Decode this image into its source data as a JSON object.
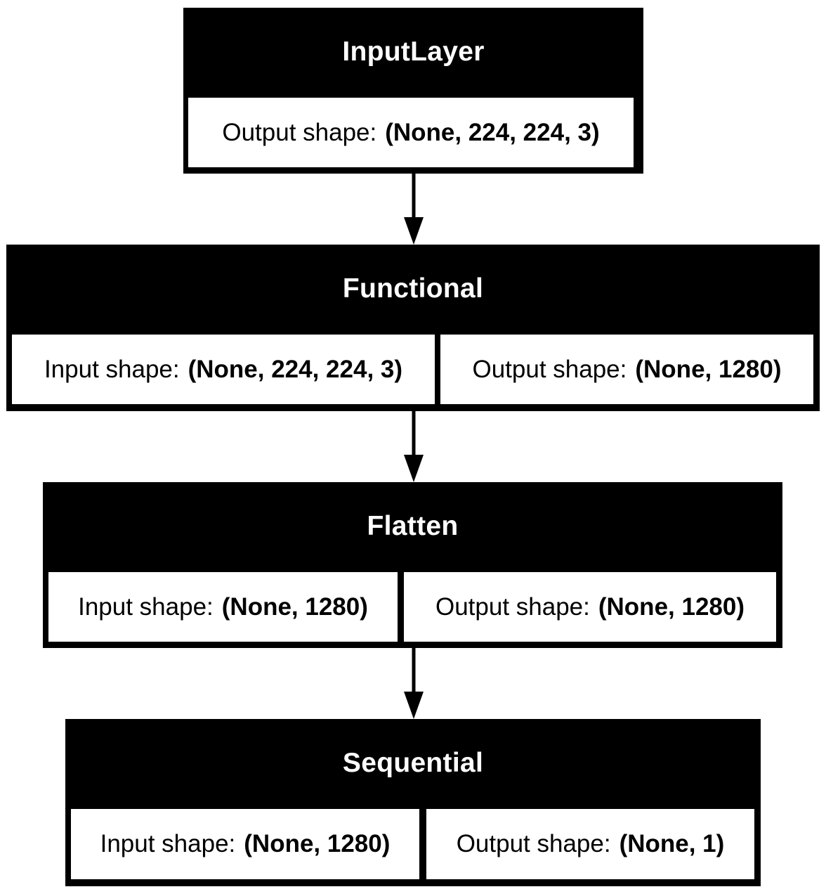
{
  "layers": [
    {
      "name": "InputLayer",
      "fields": [
        {
          "label": "Output shape:",
          "value": "(None, 224, 224, 3)"
        }
      ]
    },
    {
      "name": "Functional",
      "fields": [
        {
          "label": "Input shape:",
          "value": "(None, 224, 224, 3)"
        },
        {
          "label": "Output shape:",
          "value": "(None, 1280)"
        }
      ]
    },
    {
      "name": "Flatten",
      "fields": [
        {
          "label": "Input shape:",
          "value": "(None, 1280)"
        },
        {
          "label": "Output shape:",
          "value": "(None, 1280)"
        }
      ]
    },
    {
      "name": "Sequential",
      "fields": [
        {
          "label": "Input shape:",
          "value": "(None, 1280)"
        },
        {
          "label": "Output shape:",
          "value": "(None, 1)"
        }
      ]
    }
  ]
}
